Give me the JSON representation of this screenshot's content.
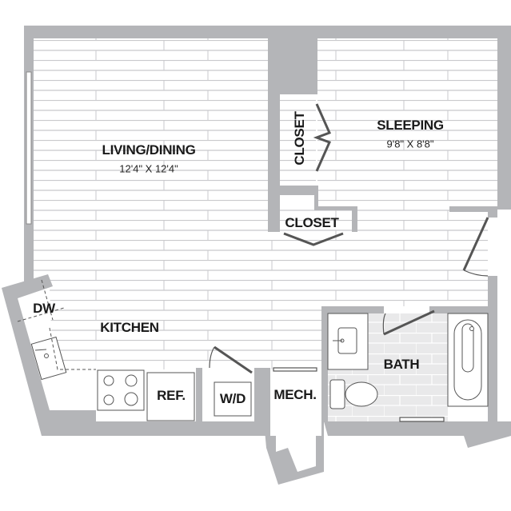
{
  "rooms": {
    "living": {
      "name": "LIVING/DINING",
      "dims": "12'4\" X 12'4\""
    },
    "sleeping": {
      "name": "SLEEPING",
      "dims": "9'8\" X 8'8\""
    },
    "closet_1": {
      "name": "CLOSET"
    },
    "closet_2": {
      "name": "CLOSET"
    },
    "kitchen": {
      "name": "KITCHEN"
    },
    "bath": {
      "name": "BATH"
    },
    "mech": {
      "name": "MECH."
    }
  },
  "fixtures": {
    "dishwasher": "DW",
    "refrigerator": "REF.",
    "washer_dryer": "W/D"
  },
  "colors": {
    "wall": "#b4b5b8",
    "floor_line": "#c9c9cc",
    "bath_floor": "#e9e9ea",
    "line": "#555555"
  }
}
